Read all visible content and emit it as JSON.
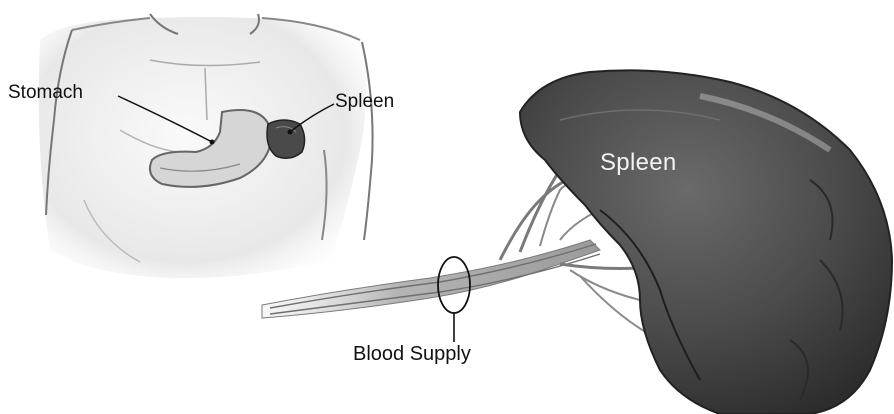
{
  "labels": {
    "stomach": "Stomach",
    "spleen_small": "Spleen",
    "spleen_large": "Spleen",
    "blood_supply": "Blood Supply"
  },
  "colors": {
    "body_outline": "#6b6b6b",
    "spleen_dark": "#3c3c3c",
    "spleen_mid": "#555555",
    "vessel": "#8a8a8a",
    "label_text": "#111111",
    "label_on_organ": "#f2f2f2"
  }
}
